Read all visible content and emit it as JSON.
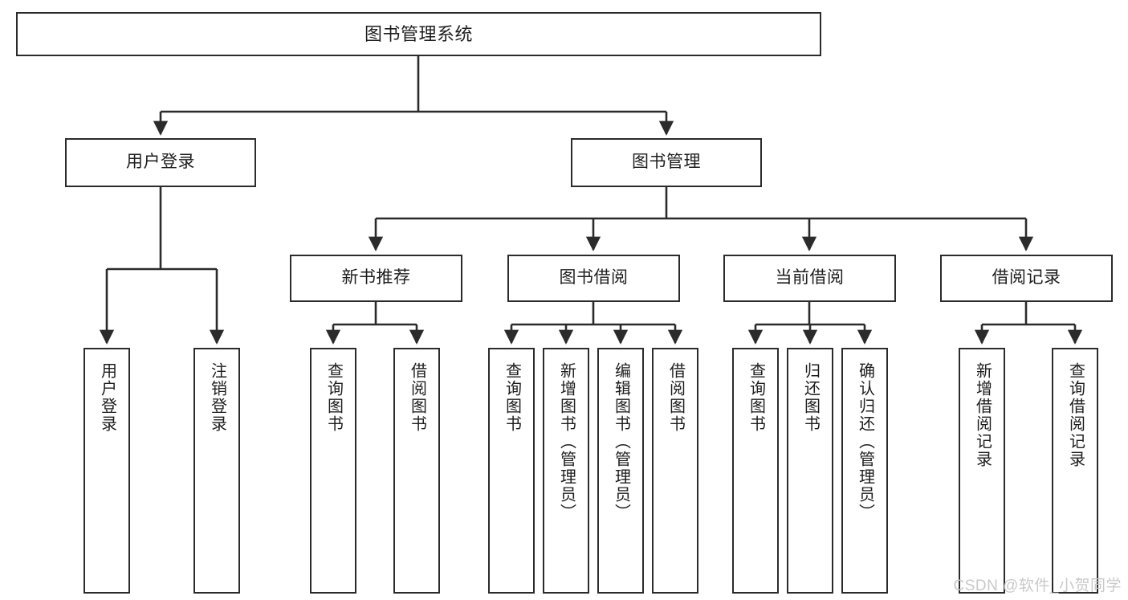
{
  "diagram": {
    "type": "tree-hierarchy",
    "title": "图书管理系统",
    "watermark": "CSDN @软件_小贺同学",
    "colors": {
      "stroke": "#2b2b2b",
      "fill": "#ffffff",
      "text": "#1d1d1d",
      "watermark": "#c9c9c9"
    },
    "nodes": {
      "root": {
        "label": "图书管理系统"
      },
      "level1": [
        {
          "id": "user-login",
          "label": "用户登录"
        },
        {
          "id": "book-management",
          "label": "图书管理"
        }
      ],
      "level2": [
        {
          "id": "new-book-recommend",
          "label": "新书推荐"
        },
        {
          "id": "book-borrow",
          "label": "图书借阅"
        },
        {
          "id": "current-borrow",
          "label": "当前借阅"
        },
        {
          "id": "borrow-record",
          "label": "借阅记录"
        }
      ],
      "leaves": {
        "user-login": [
          {
            "id": "leaf-user-login",
            "label": "用户登录"
          },
          {
            "id": "leaf-logout-login",
            "label": "注销登录"
          }
        ],
        "new-book-recommend": [
          {
            "id": "leaf-query-book-1",
            "label": "查询图书"
          },
          {
            "id": "leaf-borrow-book-1",
            "label": "借阅图书"
          }
        ],
        "book-borrow": [
          {
            "id": "leaf-query-book-2",
            "label": "查询图书"
          },
          {
            "id": "leaf-add-book",
            "label": "新增图书（管理员）"
          },
          {
            "id": "leaf-edit-book",
            "label": "编辑图书（管理员）"
          },
          {
            "id": "leaf-borrow-book-2",
            "label": "借阅图书"
          }
        ],
        "current-borrow": [
          {
            "id": "leaf-query-book-3",
            "label": "查询图书"
          },
          {
            "id": "leaf-return-book",
            "label": "归还图书"
          },
          {
            "id": "leaf-confirm-return",
            "label": "确认归还（管理员）"
          }
        ],
        "borrow-record": [
          {
            "id": "leaf-add-record",
            "label": "新增借阅记录"
          },
          {
            "id": "leaf-query-record",
            "label": "查询借阅记录"
          }
        ]
      }
    }
  }
}
